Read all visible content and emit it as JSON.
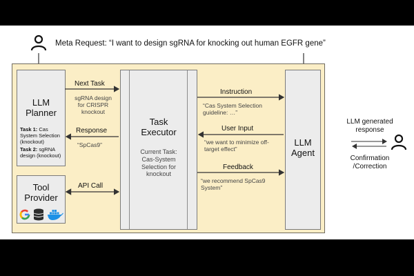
{
  "meta_request": "Meta Request: “I want to design sgRNA for knocking out human EGFR gene”",
  "planner": {
    "title_line1": "LLM",
    "title_line2": "Planner",
    "task1_label": "Task 1:",
    "task1_text": " Cas System Selection (knockout)",
    "task2_label": "Task 2:",
    "task2_text": " sgRNA design (knockout)"
  },
  "tool_provider": {
    "title_line1": "Tool",
    "title_line2": "Provider"
  },
  "executor": {
    "title_line1": "Task",
    "title_line2": "Executor",
    "current_task": [
      "Current Task:",
      "Cas-System",
      "Selection for",
      "knockout"
    ]
  },
  "agent": {
    "title_line1": "LLM",
    "title_line2": "Agent"
  },
  "edges": {
    "next_task": "Next Task",
    "next_task_detail": [
      "sgRNA design",
      "for CRISPR",
      "knockout"
    ],
    "response": "Response",
    "response_detail": "“SpCas9”",
    "api_call": "API Call",
    "instruction": "Instruction",
    "instruction_detail": [
      "“Cas System Selection",
      "guideline: …”"
    ],
    "user_input": "User Input",
    "user_input_detail": [
      "“we want to minimize off-",
      "target effect”"
    ],
    "feedback": "Feedback",
    "feedback_detail": [
      "“we recommend SpCas9",
      "System”"
    ]
  },
  "right_side": {
    "generated": [
      "LLM generated",
      "response"
    ],
    "confirmation": [
      "Confirmation",
      "/Correction"
    ]
  },
  "colors": {
    "frame_fill": "#fbeec6",
    "box_fill": "#ececec",
    "google_blue": "#4285f4",
    "docker_blue": "#1d91e6"
  }
}
